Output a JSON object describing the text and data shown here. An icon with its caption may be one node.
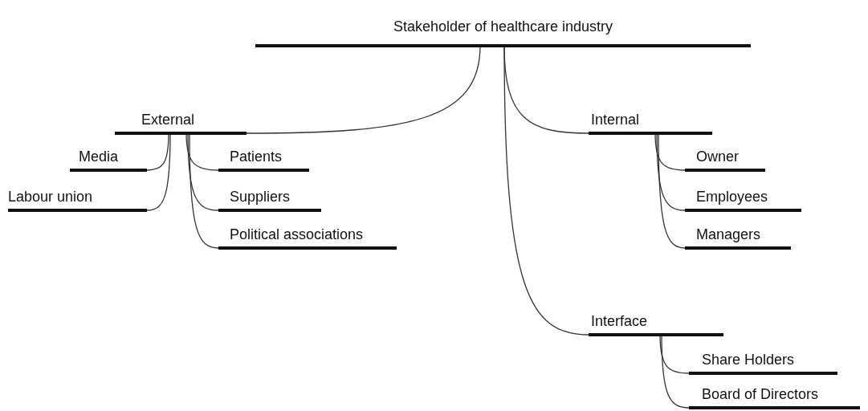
{
  "diagram": {
    "nodes": [
      {
        "text": [
          "Stakeholder of healthcare industry"
        ]
      },
      {
        "text": [
          "External"
        ]
      },
      {
        "text": [
          "Internal"
        ]
      },
      {
        "text": [
          "Interface"
        ]
      },
      {
        "text": [
          "Media"
        ]
      },
      {
        "text": [
          "Labour union"
        ]
      },
      {
        "text": [
          "Patients"
        ]
      },
      {
        "text": [
          "Suppliers"
        ]
      },
      {
        "text": [
          "Political associations"
        ]
      },
      {
        "text": [
          "Owner"
        ]
      },
      {
        "text": [
          "Employees"
        ]
      },
      {
        "text": [
          "Managers"
        ]
      },
      {
        "text": [
          "Share Holders"
        ]
      },
      {
        "text": [
          "Board of Directors"
        ]
      }
    ],
    "edges": [
      {
        "from": 0,
        "to": 1,
        "arrow": "none"
      },
      {
        "from": 0,
        "to": 2,
        "arrow": "none"
      },
      {
        "from": 0,
        "to": 3,
        "arrow": "none"
      },
      {
        "from": 1,
        "to": 4,
        "arrow": "none"
      },
      {
        "from": 1,
        "to": 5,
        "arrow": "none"
      },
      {
        "from": 1,
        "to": 6,
        "arrow": "none"
      },
      {
        "from": 1,
        "to": 7,
        "arrow": "none"
      },
      {
        "from": 1,
        "to": 8,
        "arrow": "none"
      },
      {
        "from": 2,
        "to": 9,
        "arrow": "none"
      },
      {
        "from": 2,
        "to": 10,
        "arrow": "none"
      },
      {
        "from": 2,
        "to": 11,
        "arrow": "none"
      },
      {
        "from": 3,
        "to": 12,
        "arrow": "none"
      },
      {
        "from": 3,
        "to": 13,
        "arrow": "none"
      }
    ]
  }
}
